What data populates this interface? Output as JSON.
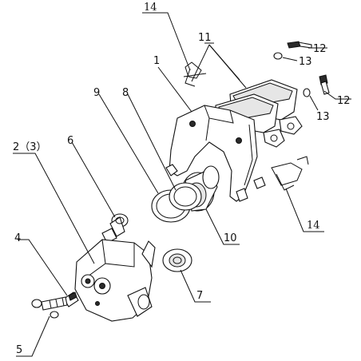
{
  "labels": {
    "l1": "1",
    "l2": "2（3）",
    "l4": "4",
    "l5": "5",
    "l6": "6",
    "l7": "7",
    "l8": "8",
    "l9": "9",
    "l10": "10",
    "l11": "11",
    "l12a": "12",
    "l12b": "12",
    "l13a": "13",
    "l13b": "13",
    "l14a": "14",
    "l14b": "14"
  }
}
